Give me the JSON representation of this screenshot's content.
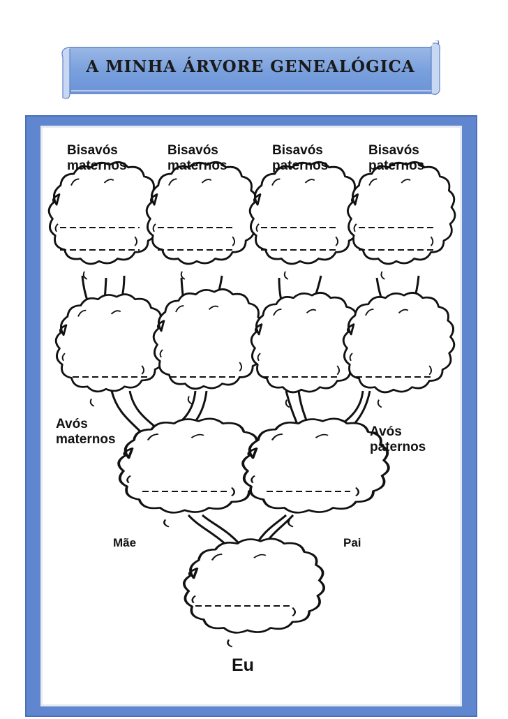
{
  "banner": {
    "title": "A MINHA ÁRVORE GENEALÓGICA"
  },
  "labels": {
    "bisavos": [
      {
        "line1": "Bisavós",
        "line2": "maternos"
      },
      {
        "line1": "Bisavós",
        "line2": "maternos"
      },
      {
        "line1": "Bisavós",
        "line2": "paternos"
      },
      {
        "line1": "Bisavós",
        "line2": "paternos"
      }
    ],
    "avos_maternos": {
      "line1": "Avós",
      "line2": "maternos"
    },
    "avos_paternos": {
      "line1": "Avós",
      "line2": "paternos"
    },
    "mae": "Mãe",
    "pai": "Pai",
    "eu": "Eu"
  },
  "colors": {
    "frame": "#5f86cf",
    "banner_fill": "#7aa0dd",
    "ink": "#111111"
  }
}
